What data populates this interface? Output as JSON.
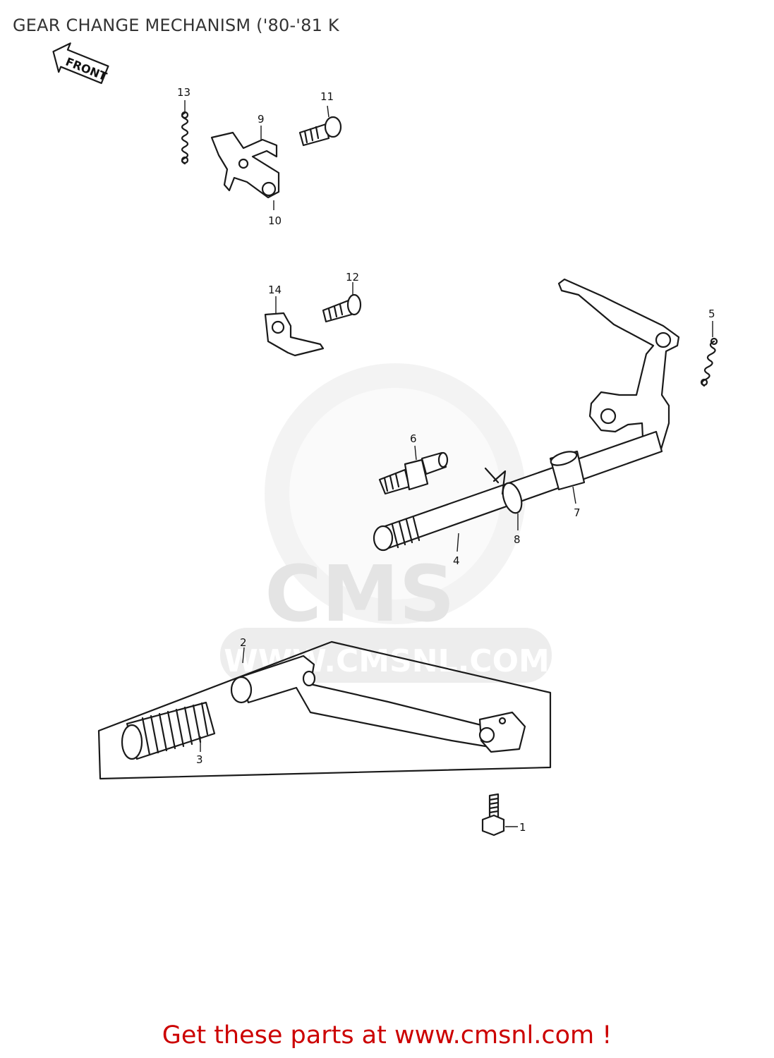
{
  "title": "GEAR CHANGE MECHANISM ('80-'81 K",
  "front_arrow_label": "FRONT",
  "watermark": {
    "brand": "CMS",
    "url": "WWW.CMSNL.COM"
  },
  "callouts": {
    "p1": "1",
    "p2": "2",
    "p3": "3",
    "p4": "4",
    "p5": "5",
    "p6": "6",
    "p7": "7",
    "p8": "8",
    "p9": "9",
    "p10": "10",
    "p11": "11",
    "p12": "12",
    "p13": "13",
    "p14": "14"
  },
  "footer": "Get these parts at www.cmsnl.com !",
  "colors": {
    "footer": "#cc0000",
    "title": "#333333",
    "lines": "#1a1a1a",
    "watermark": "#e9e9e9"
  }
}
